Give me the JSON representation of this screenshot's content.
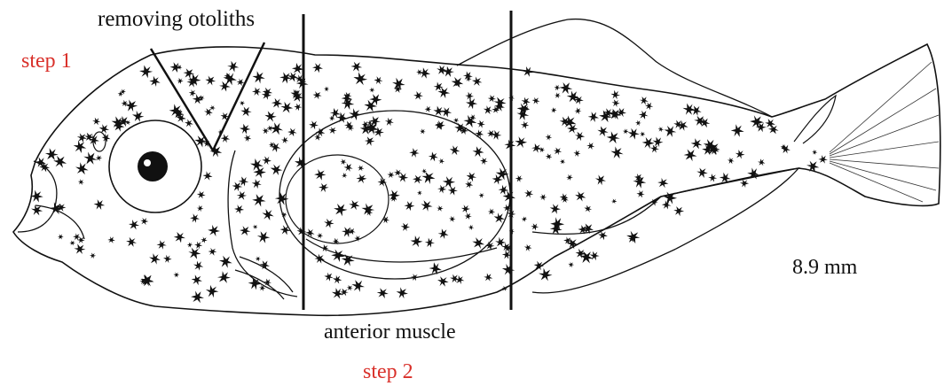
{
  "labels": {
    "step1": "step 1",
    "step2": "step 2",
    "otoliths": "removing otoliths",
    "muscle": "anterior muscle",
    "scale": "8.9 mm"
  },
  "colors": {
    "step_label": "#d9302a",
    "ink": "#111111",
    "background": "#ffffff"
  },
  "annotations": {
    "cut_lines": 2,
    "otolith_marker": "v-shape"
  }
}
